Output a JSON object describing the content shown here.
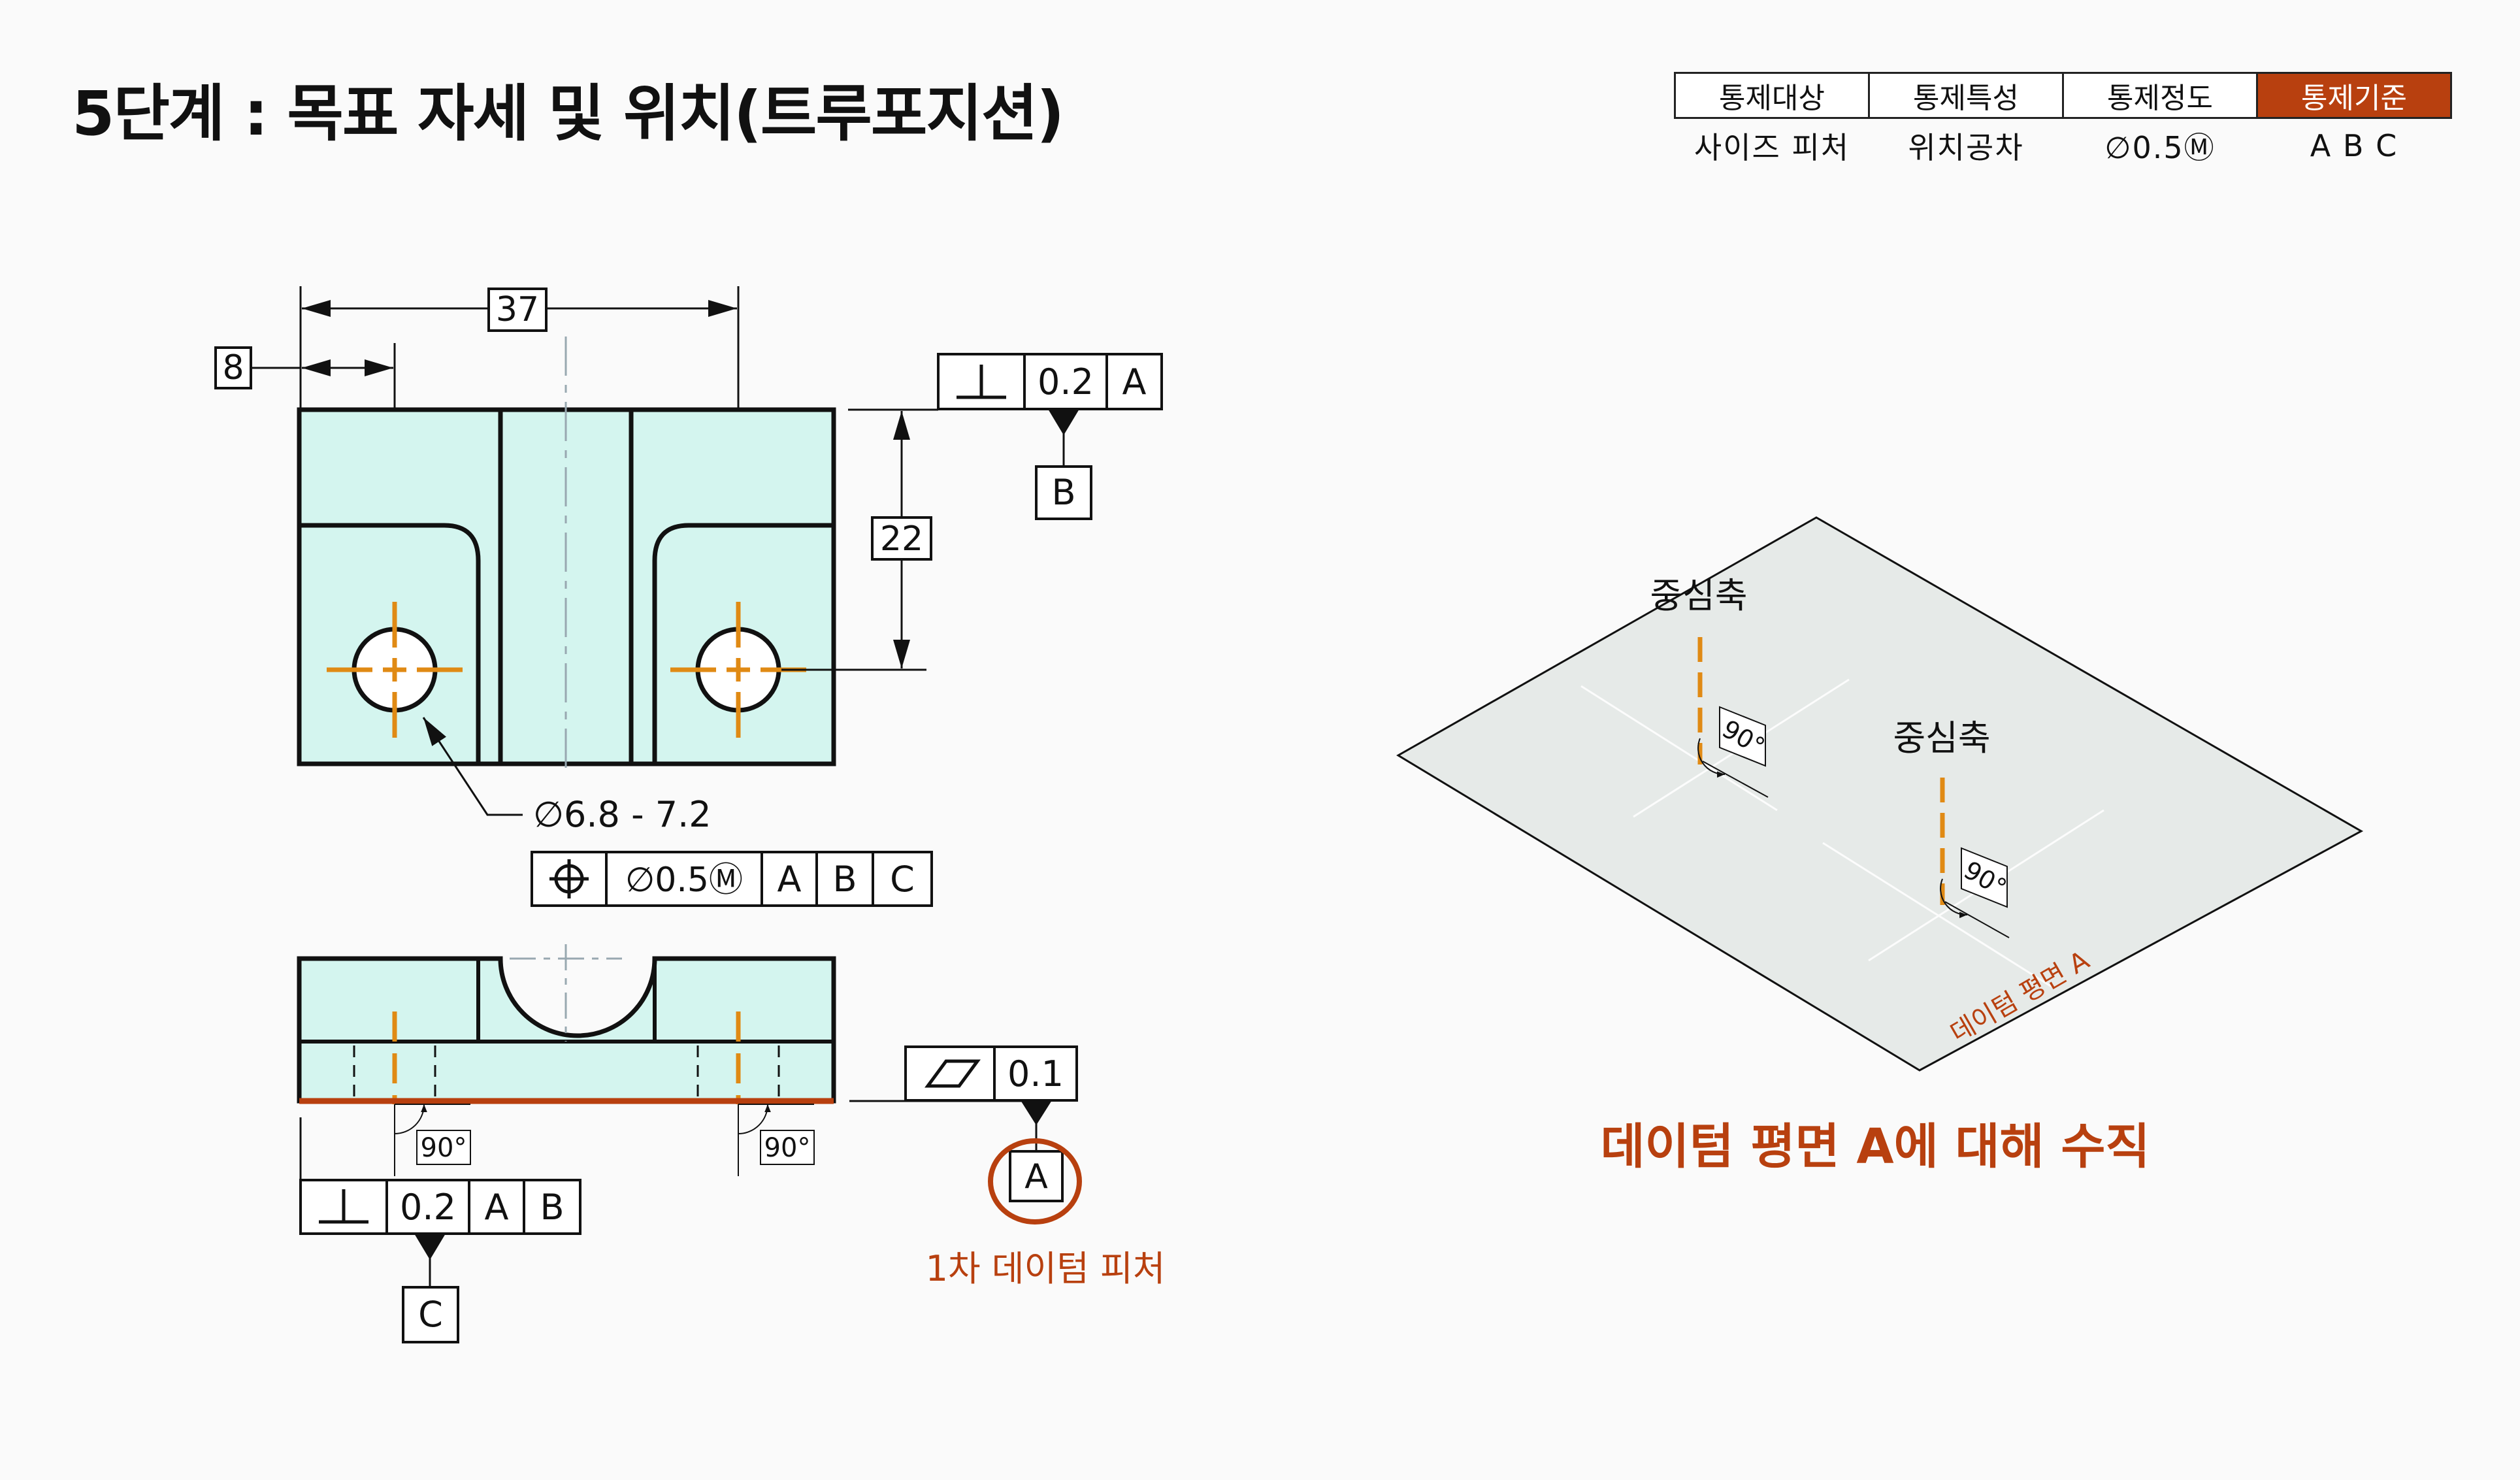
{
  "title": "5단계 : 목표 자세 및 위치(트루포지션)",
  "control_table": {
    "headers": [
      "통제대상",
      "통제특성",
      "통제정도",
      "통제기준"
    ],
    "values": [
      "사이즈 피처",
      "위치공차",
      "∅0.5Ⓜ",
      "A B C"
    ],
    "active_header_color": "#b8400f"
  },
  "front_view": {
    "dim_overall": "37",
    "dim_left_offset": "8",
    "dim_height": "22",
    "perpendicularity_frame": {
      "symbol": "⊥",
      "tolerance": "0.2",
      "datum": "A"
    },
    "datum_b": "B",
    "hole_size_callout": "∅6.8 - 7.2",
    "position_frame": {
      "symbol": "⌖",
      "tolerance": "∅0.5Ⓜ",
      "datums": [
        "A",
        "B",
        "C"
      ]
    }
  },
  "side_view": {
    "angle_left": "90°",
    "angle_right": "90°",
    "perpendicularity_frame": {
      "symbol": "⊥",
      "tolerance": "0.2",
      "datums": [
        "A",
        "B"
      ]
    },
    "datum_c": "C",
    "flatness_frame": {
      "symbol": "▱",
      "tolerance": "0.1"
    },
    "datum_a": "A",
    "datum_a_caption": "1차 데이텀 피처"
  },
  "iso_view": {
    "axis_label_1": "중심축",
    "axis_label_2": "중심축",
    "angle_1": "90°",
    "angle_2": "90°",
    "plane_label": "데이텀 평면 A",
    "caption": "데이텀 평면 A에 대해 수직"
  },
  "colors": {
    "part_fill": "#d4f5ef",
    "accent": "#b8400f",
    "centerline": "#e08a14",
    "plane_fill": "#e6eae8"
  }
}
